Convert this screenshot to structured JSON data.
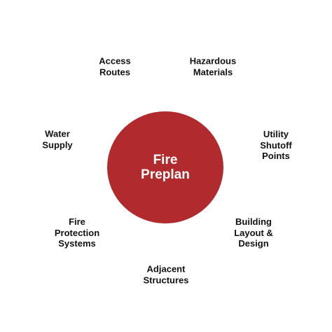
{
  "center": {
    "label": "Fire\nPreplan",
    "color": "#b02a2e"
  },
  "nodes": [
    {
      "id": "access-routes",
      "label": "Access\nRoutes"
    },
    {
      "id": "hazardous-materials",
      "label": "Hazardous\nMaterials"
    },
    {
      "id": "water-supply",
      "label": "Water\nSupply"
    },
    {
      "id": "utility-shutoff",
      "label": "Utility\nShutoff\nPoints"
    },
    {
      "id": "fire-protection",
      "label": "Fire\nProtection\nSystems"
    },
    {
      "id": "building-layout",
      "label": "Building\nLayout &\nDesign"
    },
    {
      "id": "adjacent-structures",
      "label": "Adjacent\nStructures"
    }
  ],
  "colors": {
    "text": "#111111",
    "background": "#ffffff"
  }
}
